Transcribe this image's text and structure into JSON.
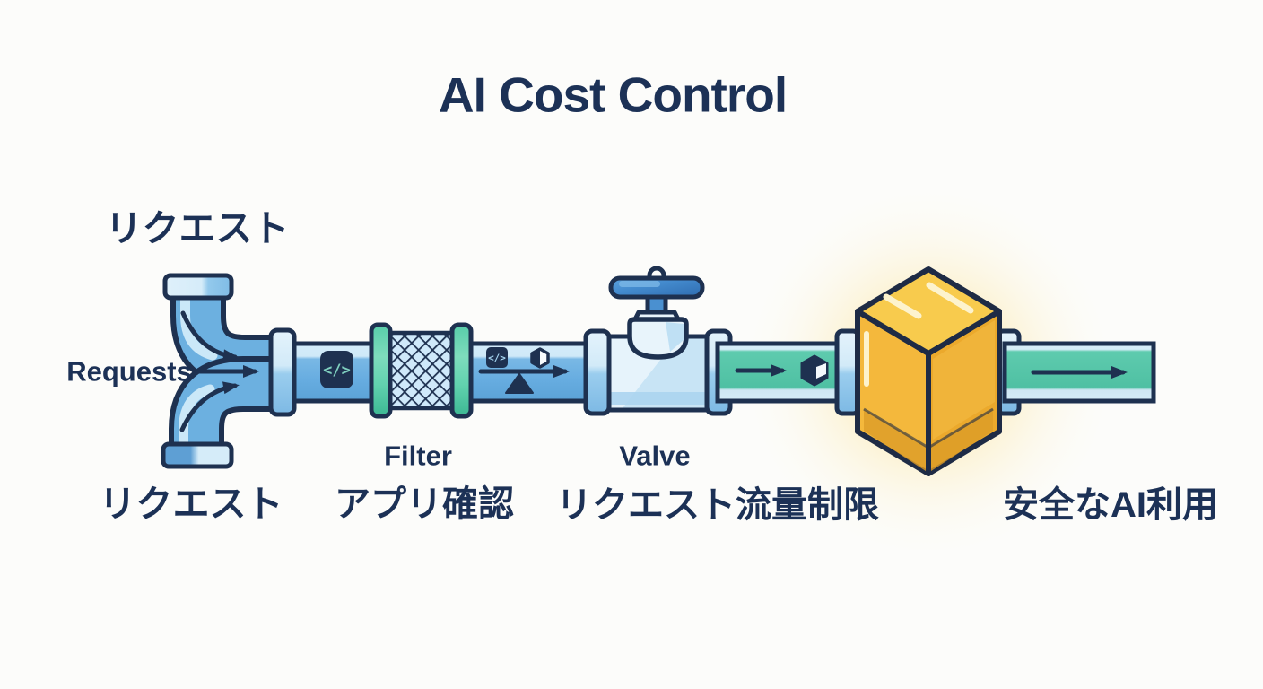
{
  "title": "AI Cost Control",
  "flow": {
    "input_label_top": "リクエスト",
    "input_label_en": "Requests",
    "input_label_bottom": "リクエスト",
    "stage_filter": {
      "name": "Filter",
      "caption": "アプリ確認"
    },
    "stage_valve": {
      "name": "Valve",
      "caption": "リクエスト流量制限"
    },
    "stage_output": {
      "caption": "安全なAI利用"
    }
  },
  "icons": {
    "code_glyph": "</>",
    "code_glyph_small": "</>",
    "hexagon_token_icon": "half-filled hexagon token",
    "cube_token_icon": "dark cube token",
    "throttle_triangle_icon": "triangle",
    "flow_arrow_icon": "right arrow"
  },
  "colors": {
    "text_navy": "#1c3156",
    "outline_navy": "#1e3150",
    "pipe_blue": "#68aede",
    "pipe_blue_light": "#cfe9f8",
    "pipe_green": "#52c3a7",
    "filter_teal": "#52cba6",
    "valve_handle_blue": "#3d82c6",
    "ai_cube_gold": "#f2b43a",
    "glow_yellow": "#fbe28a",
    "background": "#fcfcfa"
  }
}
